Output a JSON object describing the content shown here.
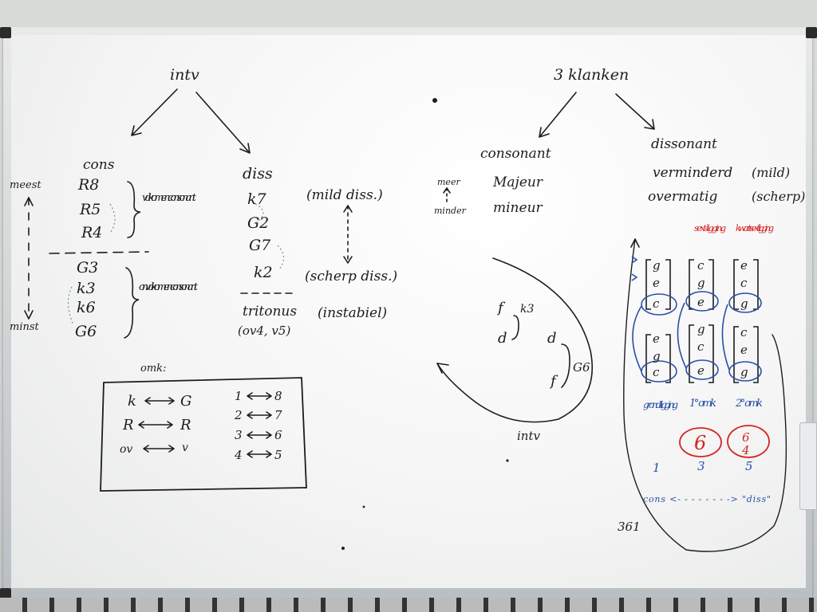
{
  "left_tree": {
    "root": "intv",
    "cons": {
      "header": "cons",
      "items": [
        "R8",
        "R5",
        "R4",
        "G3",
        "k3",
        "k6",
        "G6"
      ],
      "scale_top": "meest",
      "scale_bottom": "minst",
      "volkomen": "volkomen consonant",
      "onvolkomen": "onvolkomen consonant"
    },
    "diss": {
      "header": "diss",
      "items": [
        "k7",
        "G2",
        "G7",
        "k2"
      ],
      "tritonus": "tritonus",
      "tritonus_note": "(ov4, v5)",
      "mild": "(mild diss.)",
      "scherp": "(scherp diss.)",
      "instabiel": "(instabiel)"
    }
  },
  "omk_box": {
    "label": "omk:",
    "pairs_left": [
      {
        "a": "k",
        "b": "G"
      },
      {
        "a": "R",
        "b": "R"
      },
      {
        "a": "ov",
        "b": "v"
      }
    ],
    "pairs_right": [
      {
        "a": "1",
        "b": "8"
      },
      {
        "a": "2",
        "b": "7"
      },
      {
        "a": "3",
        "b": "6"
      },
      {
        "a": "4",
        "b": "5"
      }
    ]
  },
  "right_tree": {
    "root": "3 klanken",
    "consonant": {
      "header": "consonant",
      "meer": "meer",
      "minder": "minder",
      "majeur": "Majeur",
      "mineur": "mineur"
    },
    "dissonant": {
      "header": "dissonant",
      "verminderd": "verminderd",
      "mild": "(mild)",
      "overmatig": "overmatig",
      "scherp": "(scherp)"
    }
  },
  "interval_diagram": {
    "top_f": "f",
    "top_d": "d",
    "k3": "k3",
    "right_d": "d",
    "right_f": "f",
    "g6": "G6",
    "label": "intv"
  },
  "chords": {
    "headers": [
      "sext-ligging",
      "kwart-sext ligging"
    ],
    "top": [
      [
        "g",
        "e",
        "c"
      ],
      [
        "c",
        "g",
        "e"
      ],
      [
        "e",
        "c",
        "g"
      ]
    ],
    "bottom": [
      [
        "e",
        "g",
        "c"
      ],
      [
        "g",
        "c",
        "e"
      ],
      [
        "c",
        "e",
        "g"
      ]
    ],
    "names": [
      "grond-ligging",
      "1° omk",
      "2° omk"
    ],
    "figures": [
      "6",
      "6\n4"
    ],
    "numbers": [
      "1",
      "3",
      "5"
    ],
    "range": "cons <- - - - - - - -> \"diss\"",
    "page": "361"
  },
  "colors": {
    "marker_black": "#1d1d1f",
    "marker_red": "#d42424",
    "marker_blue": "#2b4fa8"
  }
}
